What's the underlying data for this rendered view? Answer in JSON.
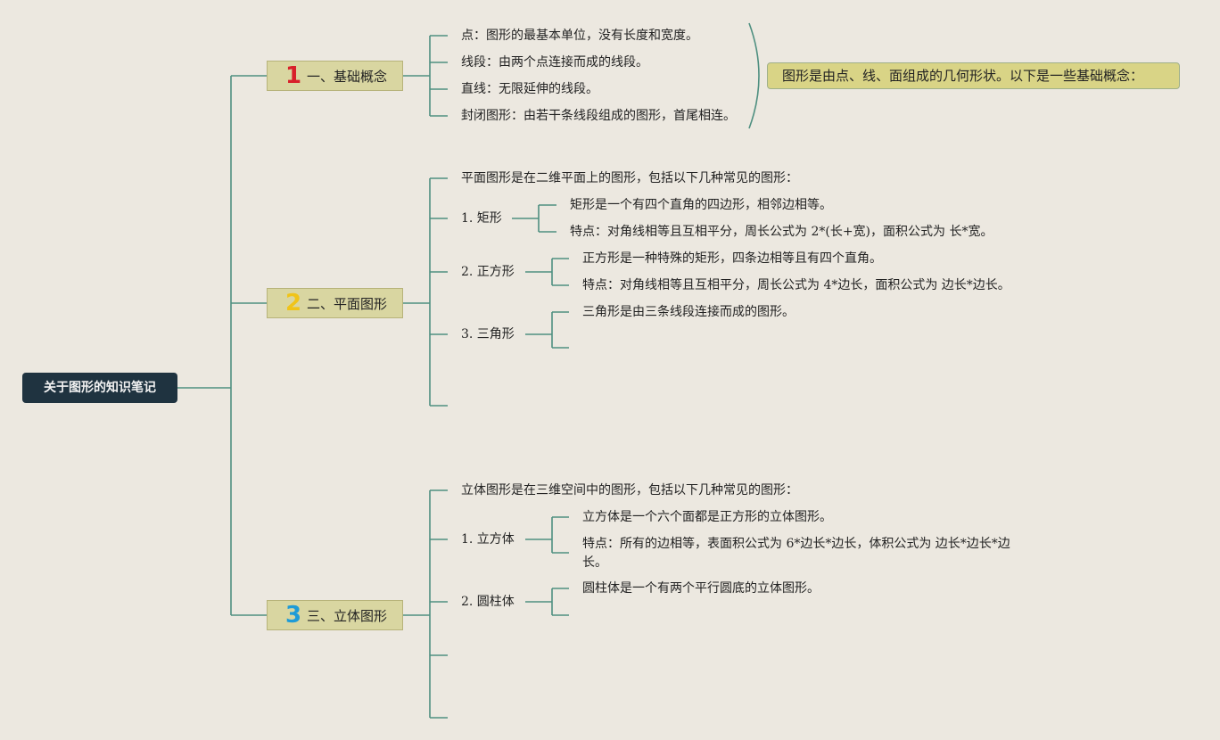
{
  "root": {
    "label": "关于图形的知识笔记"
  },
  "branches": [
    {
      "num": "1",
      "num_color": "#d8202a",
      "label": "一、基础概念",
      "items": [
        "点：图形的最基本单位，没有长度和宽度。",
        "线段：由两个点连接而成的线段。",
        "直线：无限延伸的线段。",
        "封闭图形：由若干条线段组成的图形，首尾相连。"
      ],
      "summary": "图形是由点、线、面组成的几何形状。以下是一些基础概念："
    },
    {
      "num": "2",
      "num_color": "#f0c419",
      "label": "二、平面图形",
      "intro": "平面图形是在二维平面上的图形，包括以下几种常见的图形：",
      "subs": [
        {
          "label": "1. 矩形",
          "details": [
            "矩形是一个有四个直角的四边形，相邻边相等。",
            "特点：对角线相等且互相平分，周长公式为 2*(长+宽)，面积公式为 长*宽。"
          ]
        },
        {
          "label": "2. 正方形",
          "details": [
            "正方形是一种特殊的矩形，四条边相等且有四个直角。",
            "特点：对角线相等且互相平分，周长公式为 4*边长，面积公式为 边长*边长。"
          ]
        },
        {
          "label": "3. 三角形",
          "details": [
            "三角形是由三条线段连接而成的图形。"
          ]
        }
      ]
    },
    {
      "num": "3",
      "num_color": "#1e9bd7",
      "label": "三、立体图形",
      "intro": "立体图形是在三维空间中的图形，包括以下几种常见的图形：",
      "subs": [
        {
          "label": "1. 立方体",
          "details": [
            "立方体是一个六个面都是正方形的立体图形。",
            "特点：所有的边相等，表面积公式为 6*边长*边长，体积公式为 边长*边长*边",
            "长。"
          ]
        },
        {
          "label": "2. 圆柱体",
          "details": [
            "圆柱体是一个有两个平行圆底的立体图形。"
          ]
        }
      ]
    }
  ]
}
